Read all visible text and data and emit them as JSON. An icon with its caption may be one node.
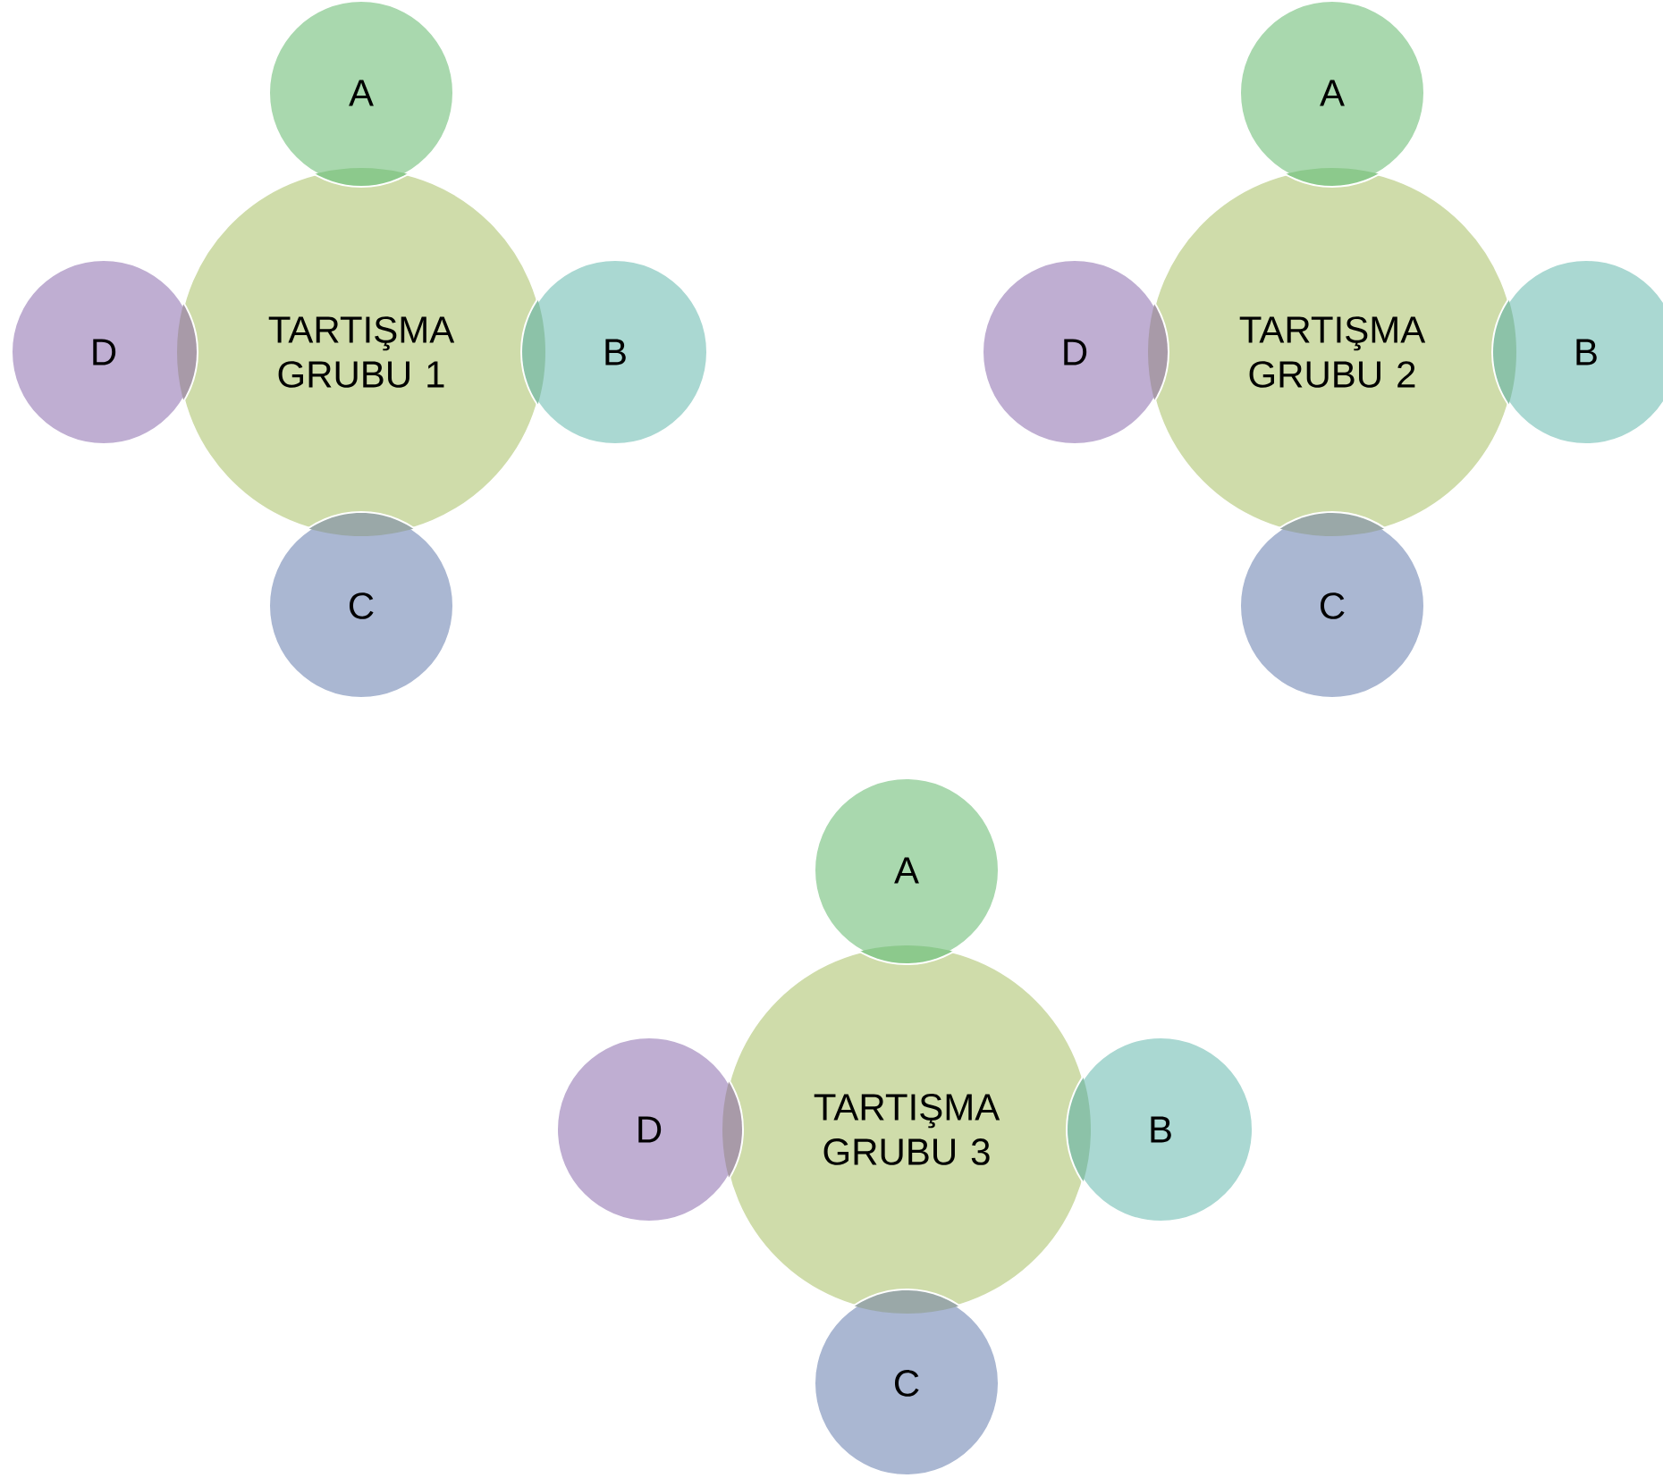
{
  "diagram": {
    "nodes": [
      {
        "text": [
          "TARTIŞMA GRUBU 1"
        ]
      },
      {
        "text": [
          "A"
        ]
      },
      {
        "text": [
          "B"
        ]
      },
      {
        "text": [
          "C"
        ]
      },
      {
        "text": [
          "D"
        ]
      },
      {
        "text": [
          "TARTIŞMA GRUBU 2"
        ]
      },
      {
        "text": [
          "A"
        ]
      },
      {
        "text": [
          "B"
        ]
      },
      {
        "text": [
          "C"
        ]
      },
      {
        "text": [
          "D"
        ]
      },
      {
        "text": [
          "TARTIŞMA GRUBU 3"
        ]
      },
      {
        "text": [
          "A"
        ]
      },
      {
        "text": [
          "B"
        ]
      },
      {
        "text": [
          "C"
        ]
      },
      {
        "text": [
          "D"
        ]
      }
    ]
  }
}
